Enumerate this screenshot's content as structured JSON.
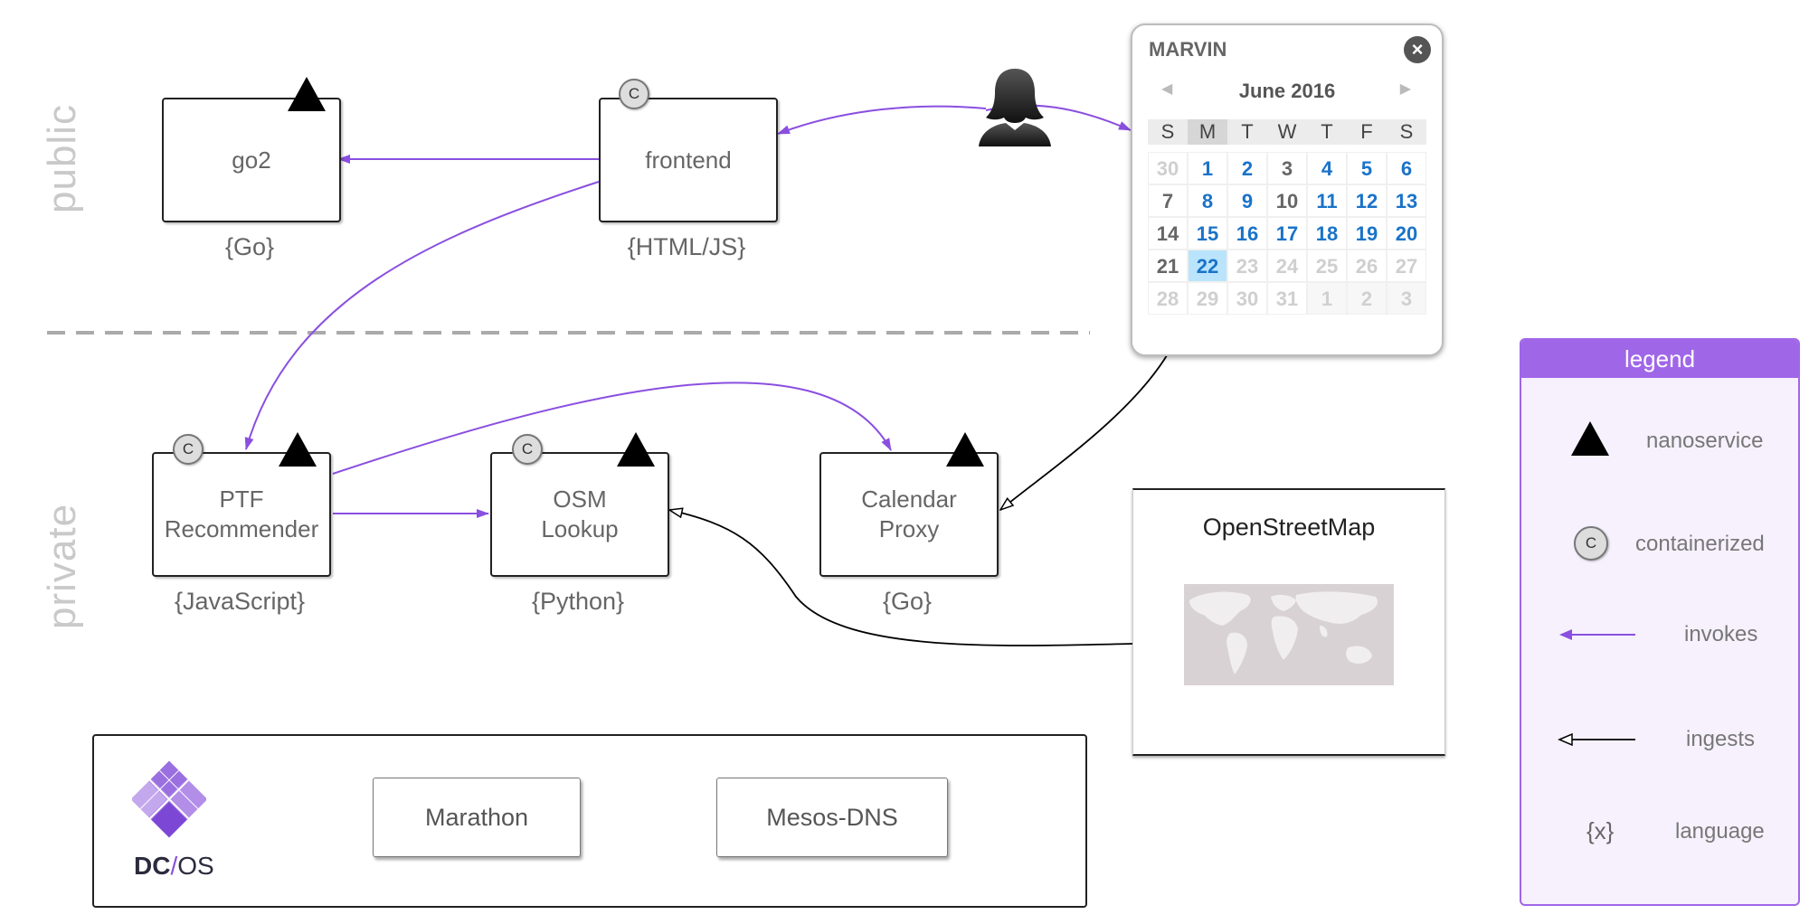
{
  "zones": {
    "public": "public",
    "private": "private"
  },
  "services": {
    "go2": {
      "name": "go2",
      "lang": "{Go}"
    },
    "frontend": {
      "name": "frontend",
      "lang": "{HTML/JS}",
      "badge": "C"
    },
    "ptf": {
      "name": "PTF\nRecommender",
      "lang": "{JavaScript}",
      "badge": "C"
    },
    "osm": {
      "name": "OSM\nLookup",
      "lang": "{Python}",
      "badge": "C"
    },
    "calproxy": {
      "name": "Calendar\nProxy",
      "lang": "{Go}"
    }
  },
  "calendar": {
    "title": "MARVIN",
    "month": "June 2016",
    "weekdays": [
      "S",
      "M",
      "T",
      "W",
      "T",
      "F",
      "S"
    ],
    "selected_weekday_index": 1,
    "rows": [
      [
        {
          "d": "30",
          "s": "muted"
        },
        {
          "d": "1",
          "s": "future"
        },
        {
          "d": "2",
          "s": "future"
        },
        {
          "d": "3",
          "s": "past"
        },
        {
          "d": "4",
          "s": "future"
        },
        {
          "d": "5",
          "s": "future"
        },
        {
          "d": "6",
          "s": "future"
        }
      ],
      [
        {
          "d": "7",
          "s": "past"
        },
        {
          "d": "8",
          "s": "future"
        },
        {
          "d": "9",
          "s": "future"
        },
        {
          "d": "10",
          "s": "past"
        },
        {
          "d": "11",
          "s": "future"
        },
        {
          "d": "12",
          "s": "future"
        },
        {
          "d": "13",
          "s": "future"
        }
      ],
      [
        {
          "d": "14",
          "s": "past"
        },
        {
          "d": "15",
          "s": "future"
        },
        {
          "d": "16",
          "s": "future"
        },
        {
          "d": "17",
          "s": "future"
        },
        {
          "d": "18",
          "s": "future"
        },
        {
          "d": "19",
          "s": "future"
        },
        {
          "d": "20",
          "s": "future"
        }
      ],
      [
        {
          "d": "21",
          "s": "past"
        },
        {
          "d": "22",
          "s": "today"
        },
        {
          "d": "23",
          "s": "muted"
        },
        {
          "d": "24",
          "s": "muted"
        },
        {
          "d": "25",
          "s": "muted"
        },
        {
          "d": "26",
          "s": "muted"
        },
        {
          "d": "27",
          "s": "muted"
        }
      ],
      [
        {
          "d": "28",
          "s": "muted"
        },
        {
          "d": "29",
          "s": "muted"
        },
        {
          "d": "30",
          "s": "muted"
        },
        {
          "d": "31",
          "s": "muted"
        },
        {
          "d": "1",
          "s": "out"
        },
        {
          "d": "2",
          "s": "out"
        },
        {
          "d": "3",
          "s": "out"
        }
      ]
    ]
  },
  "openstreetmap": {
    "title": "OpenStreetMap"
  },
  "dcos": {
    "logo_dc": "DC",
    "logo_slash": "/",
    "logo_os": "OS",
    "components": [
      "Marathon",
      "Mesos-DNS"
    ]
  },
  "legend": {
    "title": "legend",
    "items": {
      "nanoservice": "nanoservice",
      "containerized": "containerized",
      "containerized_badge": "C",
      "invokes": "invokes",
      "ingests": "ingests",
      "language_symbol": "{x}",
      "language": "language"
    }
  },
  "colors": {
    "invokes": "#8a4fe0",
    "ingests": "#000000",
    "accent": "#a066e8"
  }
}
